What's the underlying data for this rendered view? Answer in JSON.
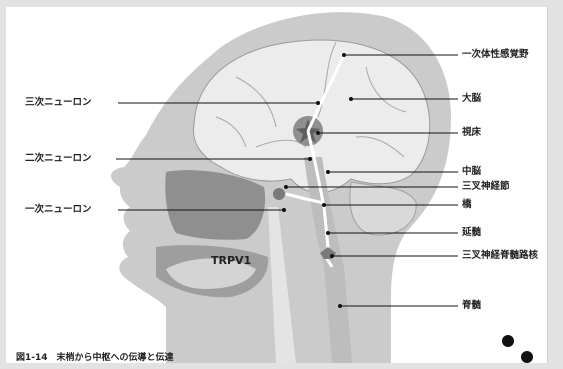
{
  "labels": {
    "right": [
      "一次体性感覚野",
      "大脳",
      "視床",
      "中脳",
      "三叉神経節",
      "橋",
      "延髄",
      "三叉神経脊髄路核",
      "脊髄"
    ],
    "left": [
      "三次ニューロン",
      "二次ニューロン",
      "一次ニューロン"
    ]
  },
  "receptor_label": "TRPV1",
  "caption": "図1-14　末梢から中枢への伝導と伝達",
  "colors": {
    "head": "#cbcbcb",
    "brain": "#ececec",
    "brainstem": "#bdbdbd",
    "cavity": "#8f8f8f",
    "nerve_path": "#ffffff",
    "leader": "#111111"
  }
}
